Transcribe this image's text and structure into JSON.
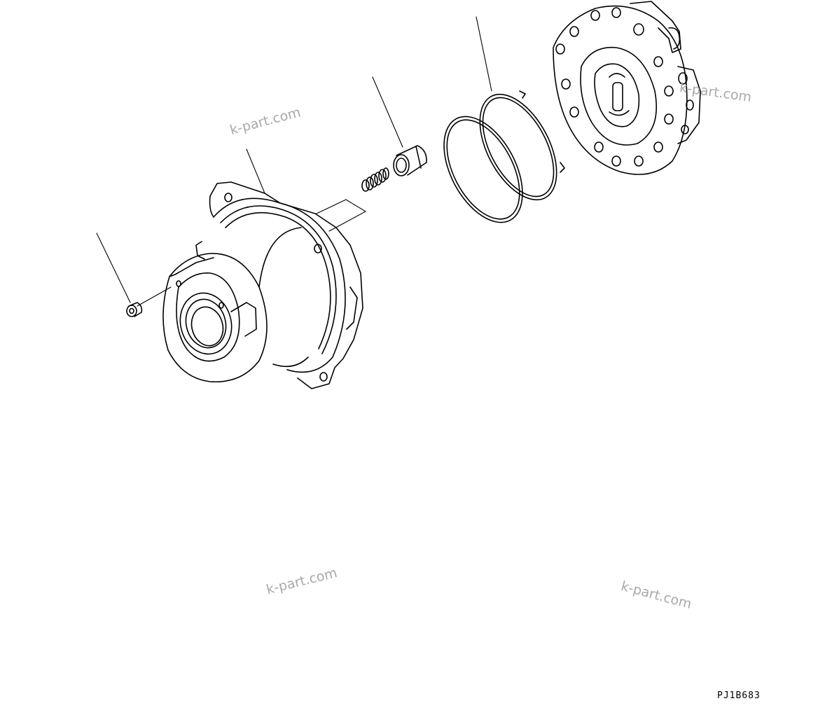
{
  "figure": {
    "code": "PJ1B683",
    "watermarks": [
      "k-part.com",
      "k-part.com",
      "k-part.com",
      "k-part.com"
    ]
  },
  "parts": [
    {
      "icon": "plug-icon"
    },
    {
      "icon": "spring-icon"
    },
    {
      "icon": "spool-icon"
    },
    {
      "icon": "seal-ring-icon"
    },
    {
      "icon": "port-block-icon"
    },
    {
      "icon": "motor-case-icon"
    }
  ]
}
